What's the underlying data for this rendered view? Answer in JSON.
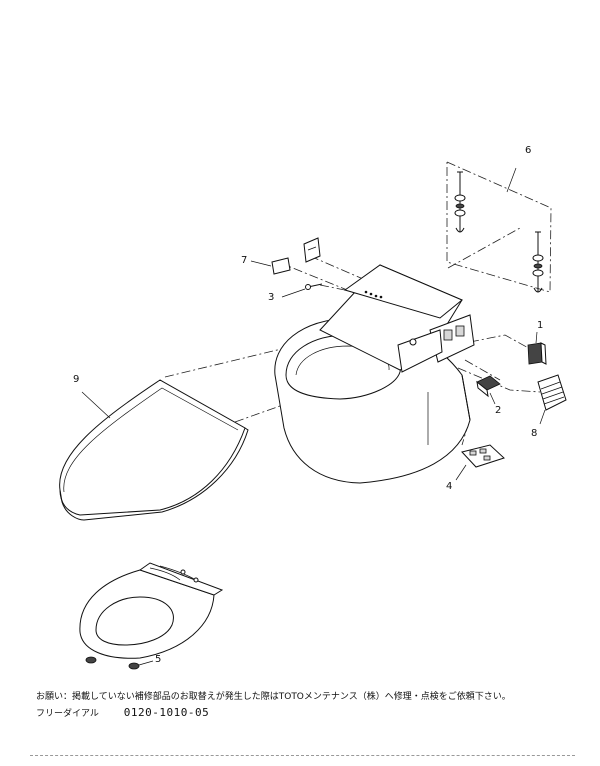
{
  "parts": [
    {
      "id": "part-1",
      "number": "1"
    },
    {
      "id": "part-2",
      "number": "2"
    },
    {
      "id": "part-3",
      "number": "3"
    },
    {
      "id": "part-4",
      "number": "4"
    },
    {
      "id": "part-5",
      "number": "5"
    },
    {
      "id": "part-6",
      "number": "6"
    },
    {
      "id": "part-7",
      "number": "7"
    },
    {
      "id": "part-8",
      "number": "8"
    },
    {
      "id": "part-9",
      "number": "9"
    }
  ],
  "footer": {
    "note": "お願い：掲載していない補修部品のお取替えが発生した際はTOTOメンテナンス（株）へ修理・点検をご依頼下さい。",
    "dial_label": "フリーダイアル",
    "dial_number": "0120-1010-05"
  }
}
